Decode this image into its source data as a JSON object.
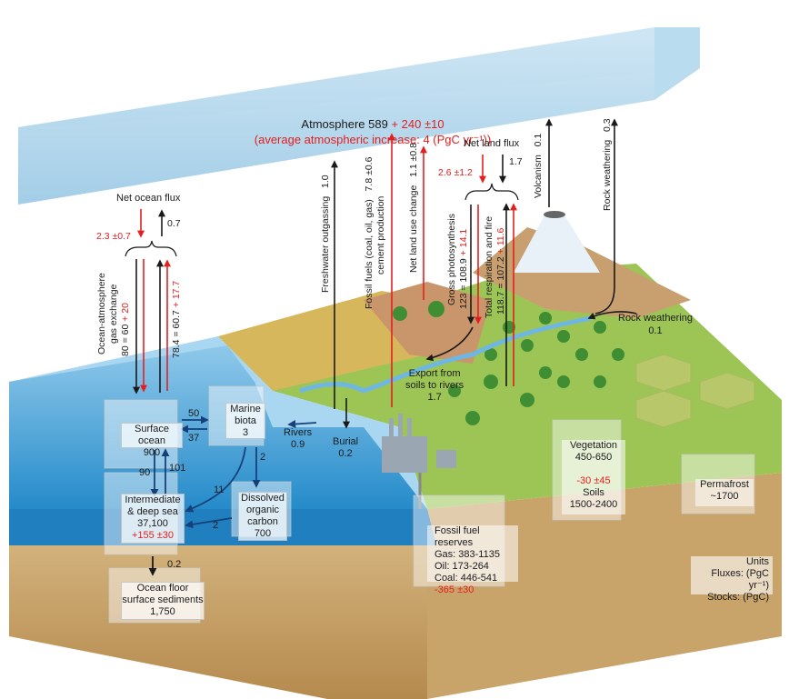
{
  "atmosphere": {
    "title_prefix": "Atmosphere 589",
    "title_change": "+ 240 ±10",
    "subtitle": "(average atmospheric increase: 4 (PgC yr⁻¹))"
  },
  "net_ocean_flux": {
    "label": "Net ocean flux",
    "red_value": "2.3 ±0.7",
    "black_value": "0.7"
  },
  "ocean_exchange": {
    "label_line1": "Ocean-atmosphere",
    "label_line2": "gas exchange",
    "down_base": "80 = 60",
    "down_red": "+ 20",
    "up_base": "78.4 = 60.7",
    "up_red": "+ 17.7"
  },
  "freshwater": {
    "label": "Freshwater outgassing",
    "value": "1.0"
  },
  "fossil": {
    "label_line1": "Fossil fuels (coal, oil, gas)",
    "label_line2": "cement production",
    "value": "7.8 ±0.6"
  },
  "land_use": {
    "label": "Net land use change",
    "value": "1.1 ±0.8"
  },
  "net_land_flux": {
    "label": "Net land flux",
    "red_value": "2.6 ±1.2",
    "black_value": "1.7"
  },
  "gross_photo": {
    "label": "Gross photosynthesis",
    "base": "123 = 108.9",
    "red": "+ 14.1"
  },
  "respiration": {
    "label": "Total respiration and fire",
    "base": "118.7 = 107.2",
    "red": "+ 11.6"
  },
  "volcanism": {
    "label": "Volcanism",
    "value": "0.1"
  },
  "rock_weathering_up": {
    "label": "Rock weathering",
    "value": "0.3"
  },
  "rock_weathering_down": {
    "label": "Rock weathering",
    "value": "0.1"
  },
  "export": {
    "line1": "Export from",
    "line2": "soils to rivers",
    "value": "1.7"
  },
  "rivers": {
    "label": "Rivers",
    "value": "0.9"
  },
  "burial": {
    "label": "Burial",
    "value": "0.2"
  },
  "surface_ocean": {
    "label": "Surface ocean",
    "value": "900"
  },
  "marine_biota": {
    "line1": "Marine",
    "line2": "biota",
    "value": "3"
  },
  "intermediate": {
    "line1": "Intermediate",
    "line2": "& deep sea",
    "value": "37,100",
    "red": "+155 ±30"
  },
  "doc": {
    "line1": "Dissolved",
    "line2": "organic",
    "line3": "carbon",
    "value": "700"
  },
  "ocean_floor": {
    "line1": "Ocean floor",
    "line2": "surface sediments",
    "value": "1,750"
  },
  "flux_numbers": {
    "f50": "50",
    "f37": "37",
    "f90": "90",
    "f101": "101",
    "f2a": "2",
    "f11": "11",
    "f2b": "2",
    "f02": "0.2"
  },
  "vegetation": {
    "label": "Vegetation",
    "value": "450-650",
    "red": "-30 ±45",
    "soils_label": "Soils",
    "soils_value": "1500-2400"
  },
  "permafrost": {
    "label": "Permafrost",
    "value": "~1700"
  },
  "fossil_reserves": {
    "title": "Fossil fuel reserves",
    "gas": "Gas: 383-1135",
    "oil": "Oil: 173-264",
    "coal": "Coal: 446-541",
    "red": "-365 ±30"
  },
  "units": {
    "title": "Units",
    "fluxes": "Fluxes: (PgC yr⁻¹)",
    "stocks": "Stocks: (PgC)"
  }
}
